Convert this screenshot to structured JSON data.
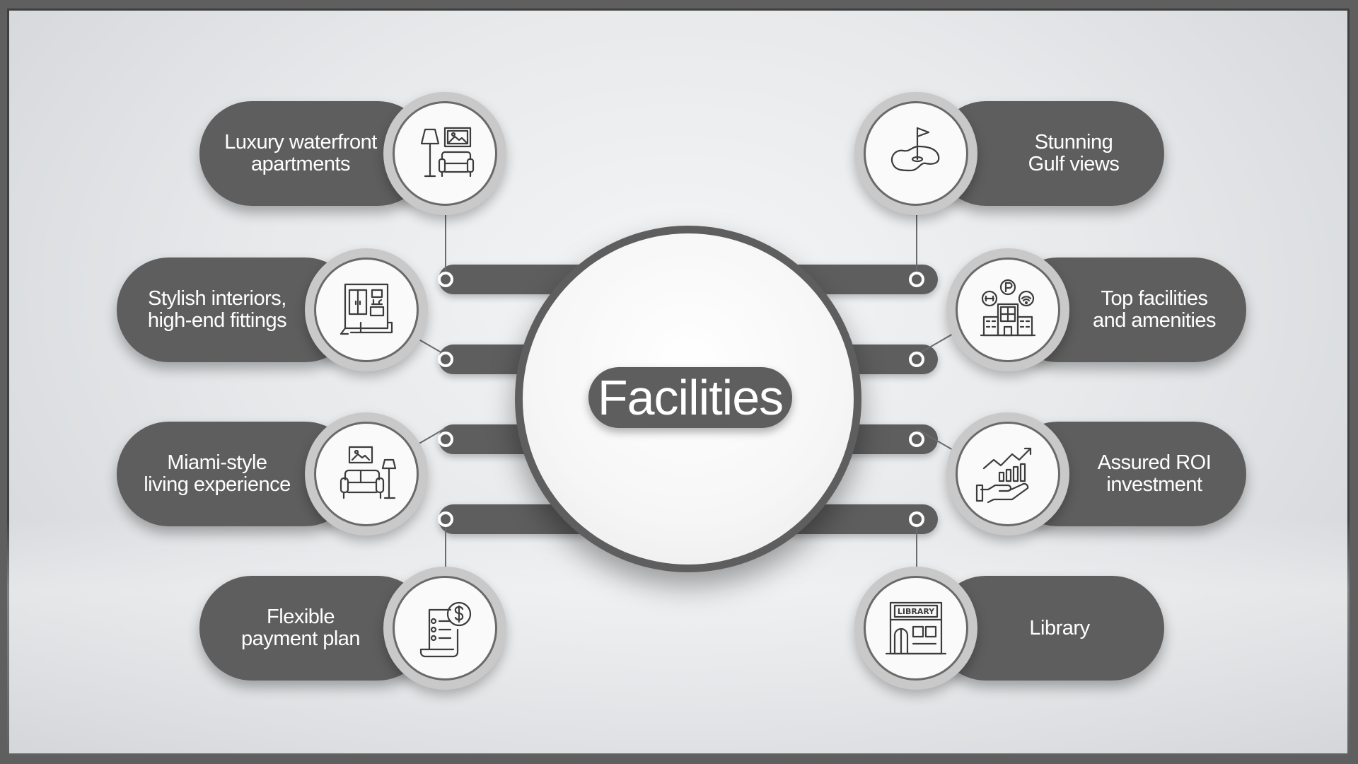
{
  "hub": {
    "title": "Facilities"
  },
  "items": [
    {
      "label": "Luxury waterfront\napartments",
      "icon": "living-room-lamp-icon"
    },
    {
      "label": "Stylish interiors,\nhigh-end fittings",
      "icon": "wardrobe-interior-icon"
    },
    {
      "label": "Miami-style\nliving experience",
      "icon": "sofa-lamp-icon"
    },
    {
      "label": "Flexible\npayment plan",
      "icon": "invoice-dollar-icon"
    },
    {
      "label": "Stunning\nGulf views",
      "icon": "golf-flag-icon"
    },
    {
      "label": "Top facilities\nand amenities",
      "icon": "hotel-amenities-icon"
    },
    {
      "label": "Assured ROI\ninvestment",
      "icon": "hand-growth-chart-icon"
    },
    {
      "label": "Library",
      "icon": "library-building-icon",
      "sign": "LIBRARY"
    }
  ],
  "colors": {
    "dark": "#5e5e5e",
    "ring": "#c9c9c9",
    "background": "#e7e9eb",
    "text": "#ffffff"
  }
}
